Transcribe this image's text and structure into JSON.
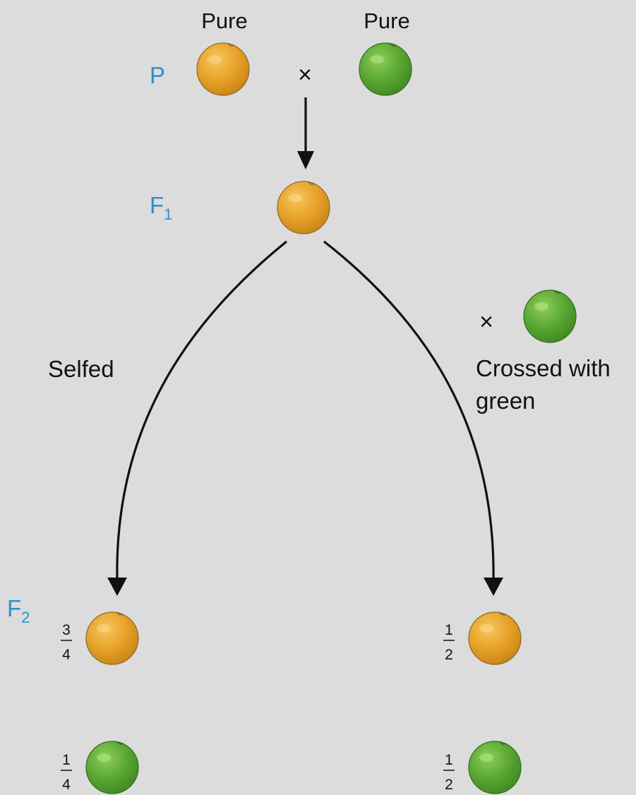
{
  "colors": {
    "background": "#dcdcdc",
    "generation_label": "#2a93c9",
    "yellow_pea": "#eaa52a",
    "green_pea": "#5ba731",
    "line": "#111111"
  },
  "parents": {
    "generation": "P",
    "left_label": "Pure",
    "right_label": "Pure",
    "cross_symbol": "×"
  },
  "f1": {
    "generation": "F",
    "subscript": "1"
  },
  "branches": {
    "left_label": "Selfed",
    "right_cross_symbol": "×",
    "right_label_line1": "Crossed with",
    "right_label_line2": "green"
  },
  "f2": {
    "generation": "F",
    "subscript": "2",
    "selfed": {
      "yellow": {
        "numerator": "3",
        "denominator": "4"
      },
      "green": {
        "numerator": "1",
        "denominator": "4"
      }
    },
    "crossed": {
      "yellow": {
        "numerator": "1",
        "denominator": "2"
      },
      "green": {
        "numerator": "1",
        "denominator": "2"
      }
    }
  }
}
